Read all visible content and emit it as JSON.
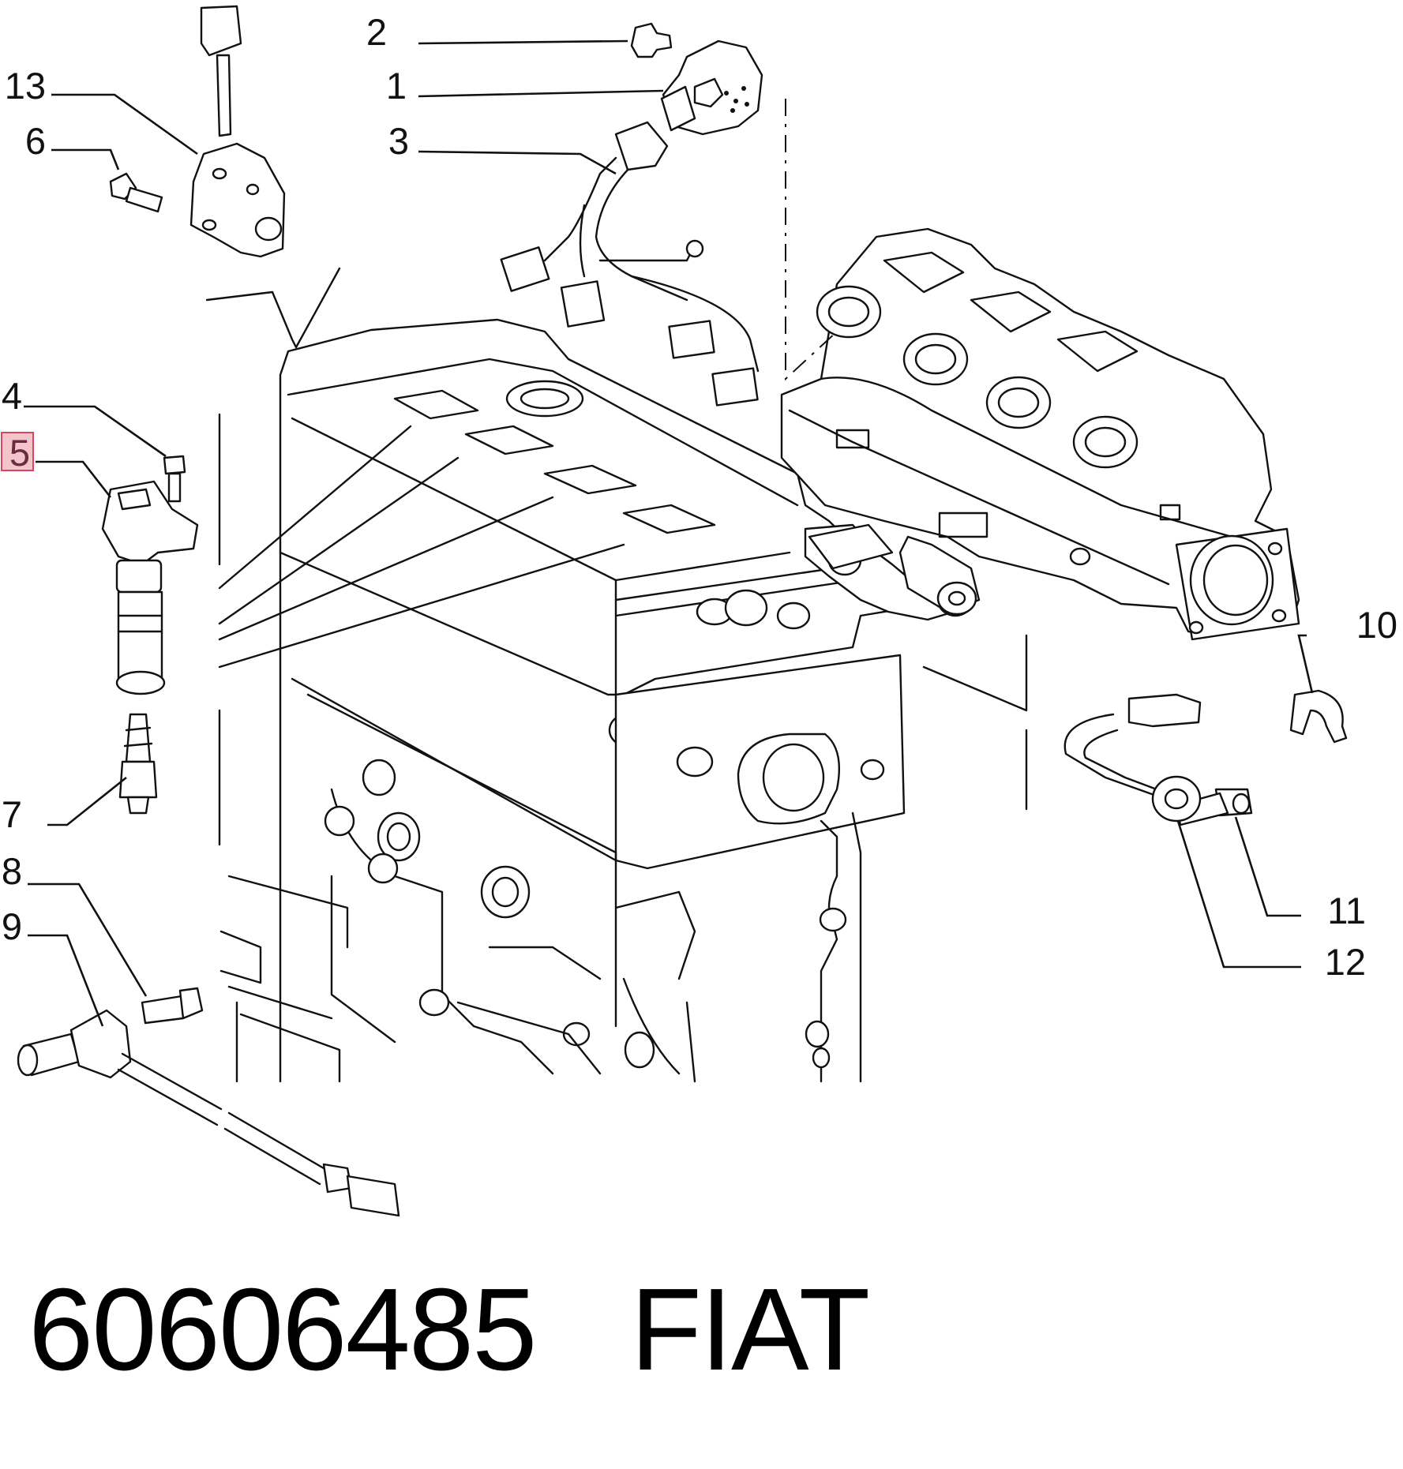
{
  "diagram": {
    "callouts": [
      {
        "id": "1",
        "label": "1",
        "highlighted": false
      },
      {
        "id": "2",
        "label": "2",
        "highlighted": false
      },
      {
        "id": "3",
        "label": "3",
        "highlighted": false
      },
      {
        "id": "4",
        "label": "4",
        "highlighted": false
      },
      {
        "id": "5",
        "label": "5",
        "highlighted": true
      },
      {
        "id": "6",
        "label": "6",
        "highlighted": false
      },
      {
        "id": "7",
        "label": "7",
        "highlighted": false
      },
      {
        "id": "8",
        "label": "8",
        "highlighted": false
      },
      {
        "id": "9",
        "label": "9",
        "highlighted": false
      },
      {
        "id": "10",
        "label": "10",
        "highlighted": false
      },
      {
        "id": "11",
        "label": "11",
        "highlighted": false
      },
      {
        "id": "12",
        "label": "12",
        "highlighted": false
      },
      {
        "id": "13",
        "label": "13",
        "highlighted": false
      }
    ],
    "highlight_color": "#f4c4cc",
    "highlight_border": "#d9465e"
  },
  "footer": {
    "part_number": "60606485",
    "brand": "FIAT"
  }
}
